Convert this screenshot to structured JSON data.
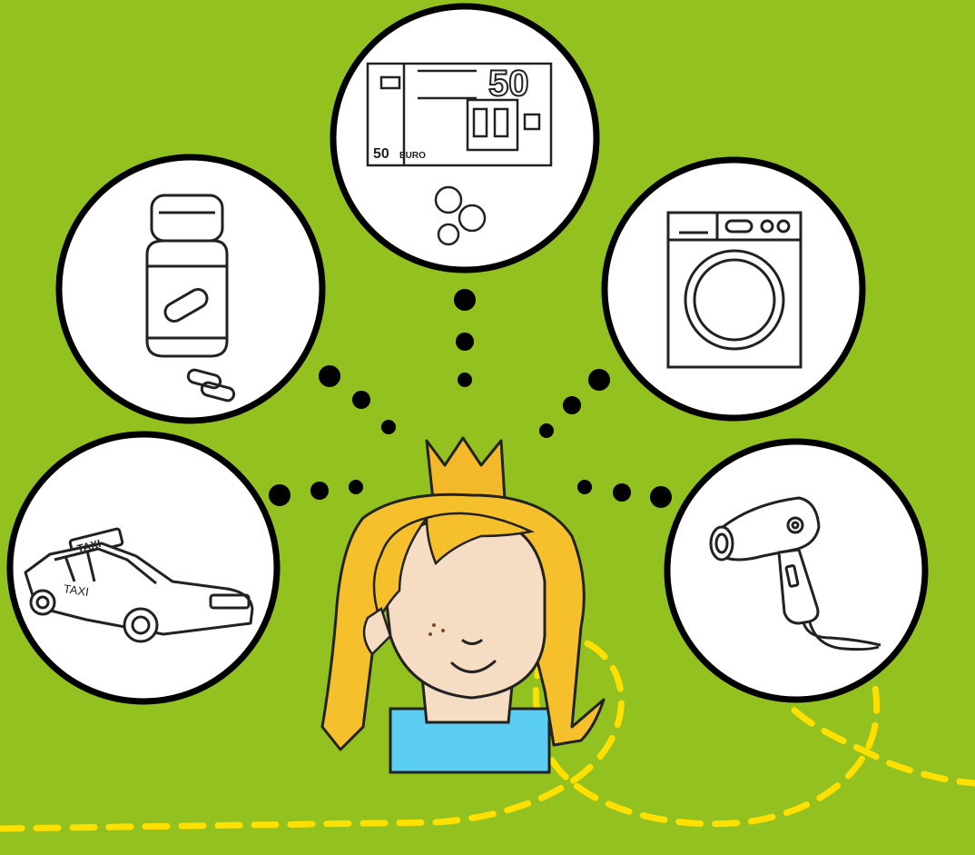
{
  "colors": {
    "background": "#93c11f",
    "circle_fill": "#ffffff",
    "outline": "#000000",
    "dashed_line": "#ffe000",
    "hair": "#f5c02c",
    "skin": "#f6dcc2",
    "crown": "#f3b92b",
    "shirt": "#5ccdf3"
  },
  "icons": {
    "top": "banknote-and-coins-icon",
    "upper_left": "pill-bottle-icon",
    "upper_right": "washing-machine-icon",
    "lower_left": "taxi-icon",
    "lower_right": "hair-dryer-icon",
    "center": "princess-girl-icon"
  },
  "money": {
    "banknote_value": "50",
    "banknote_label": "50",
    "currency": "EURO"
  },
  "taxi": {
    "roof_sign": "TAXI",
    "door_text": "TAXI"
  }
}
